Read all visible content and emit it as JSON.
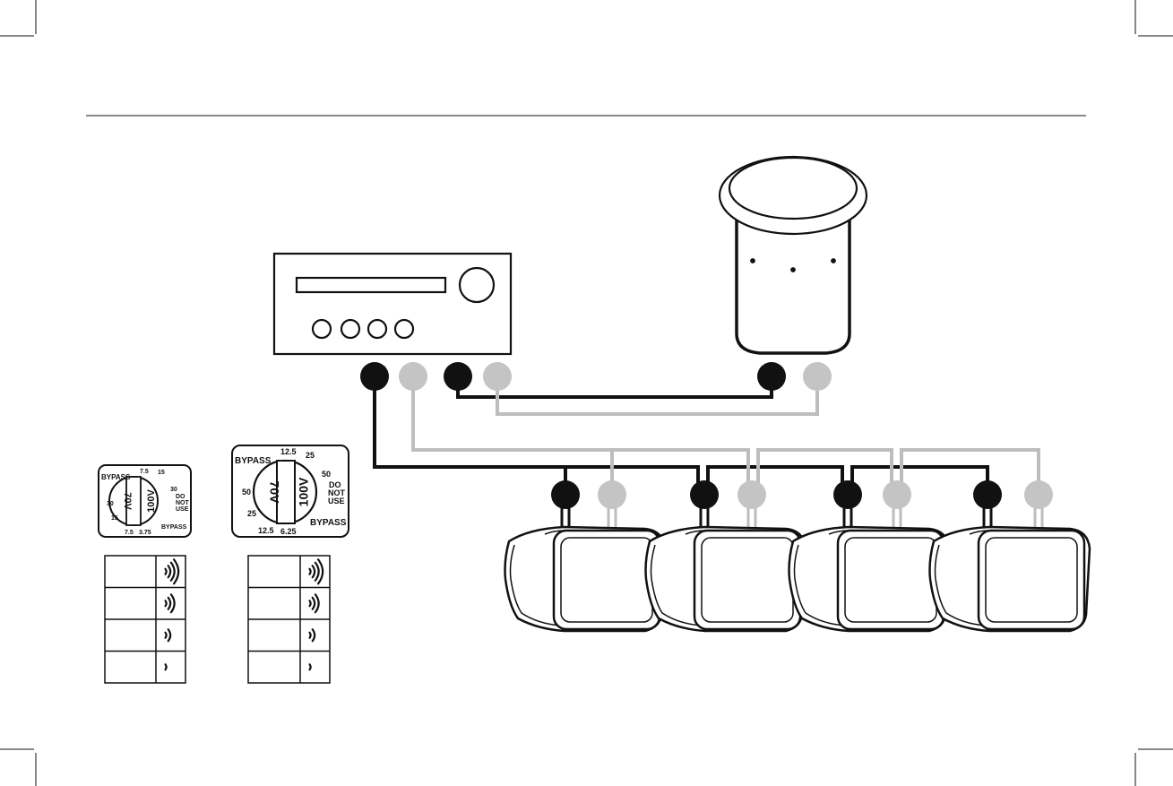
{
  "colors": {
    "positive_terminal": "#111111",
    "negative_terminal": "#c4c4c4",
    "wire_positive": "#111111",
    "wire_negative": "#bdbdbd",
    "outline": "#111111"
  },
  "amplifier": {
    "icon": "amplifier-icon",
    "knob_count": 4
  },
  "ceiling_speaker": {
    "icon": "ceiling-speaker-icon"
  },
  "wall_speakers": {
    "count": 4,
    "icon": "wall-speaker-icon"
  },
  "dial_small": {
    "left_side": [
      "BYPASS",
      "30",
      "15",
      "7.5"
    ],
    "top": [
      "7.5",
      "15",
      "30"
    ],
    "bottom": [
      "3.75"
    ],
    "right_side": [
      "DO",
      "NOT",
      "USE",
      "BYPASS"
    ],
    "left_band": "70V",
    "right_band": "100V"
  },
  "dial_large": {
    "left_side": [
      "BYPASS",
      "50",
      "25",
      "12.5"
    ],
    "top": [
      "12.5",
      "25",
      "50"
    ],
    "bottom": [
      "6.25"
    ],
    "right_side": [
      "DO",
      "NOT",
      "USE",
      "BYPASS"
    ],
    "left_band": "70V",
    "right_band": "100V"
  },
  "volume_tables": {
    "levels": [
      4,
      3,
      2,
      1
    ],
    "icon": "sound-level-icon"
  }
}
